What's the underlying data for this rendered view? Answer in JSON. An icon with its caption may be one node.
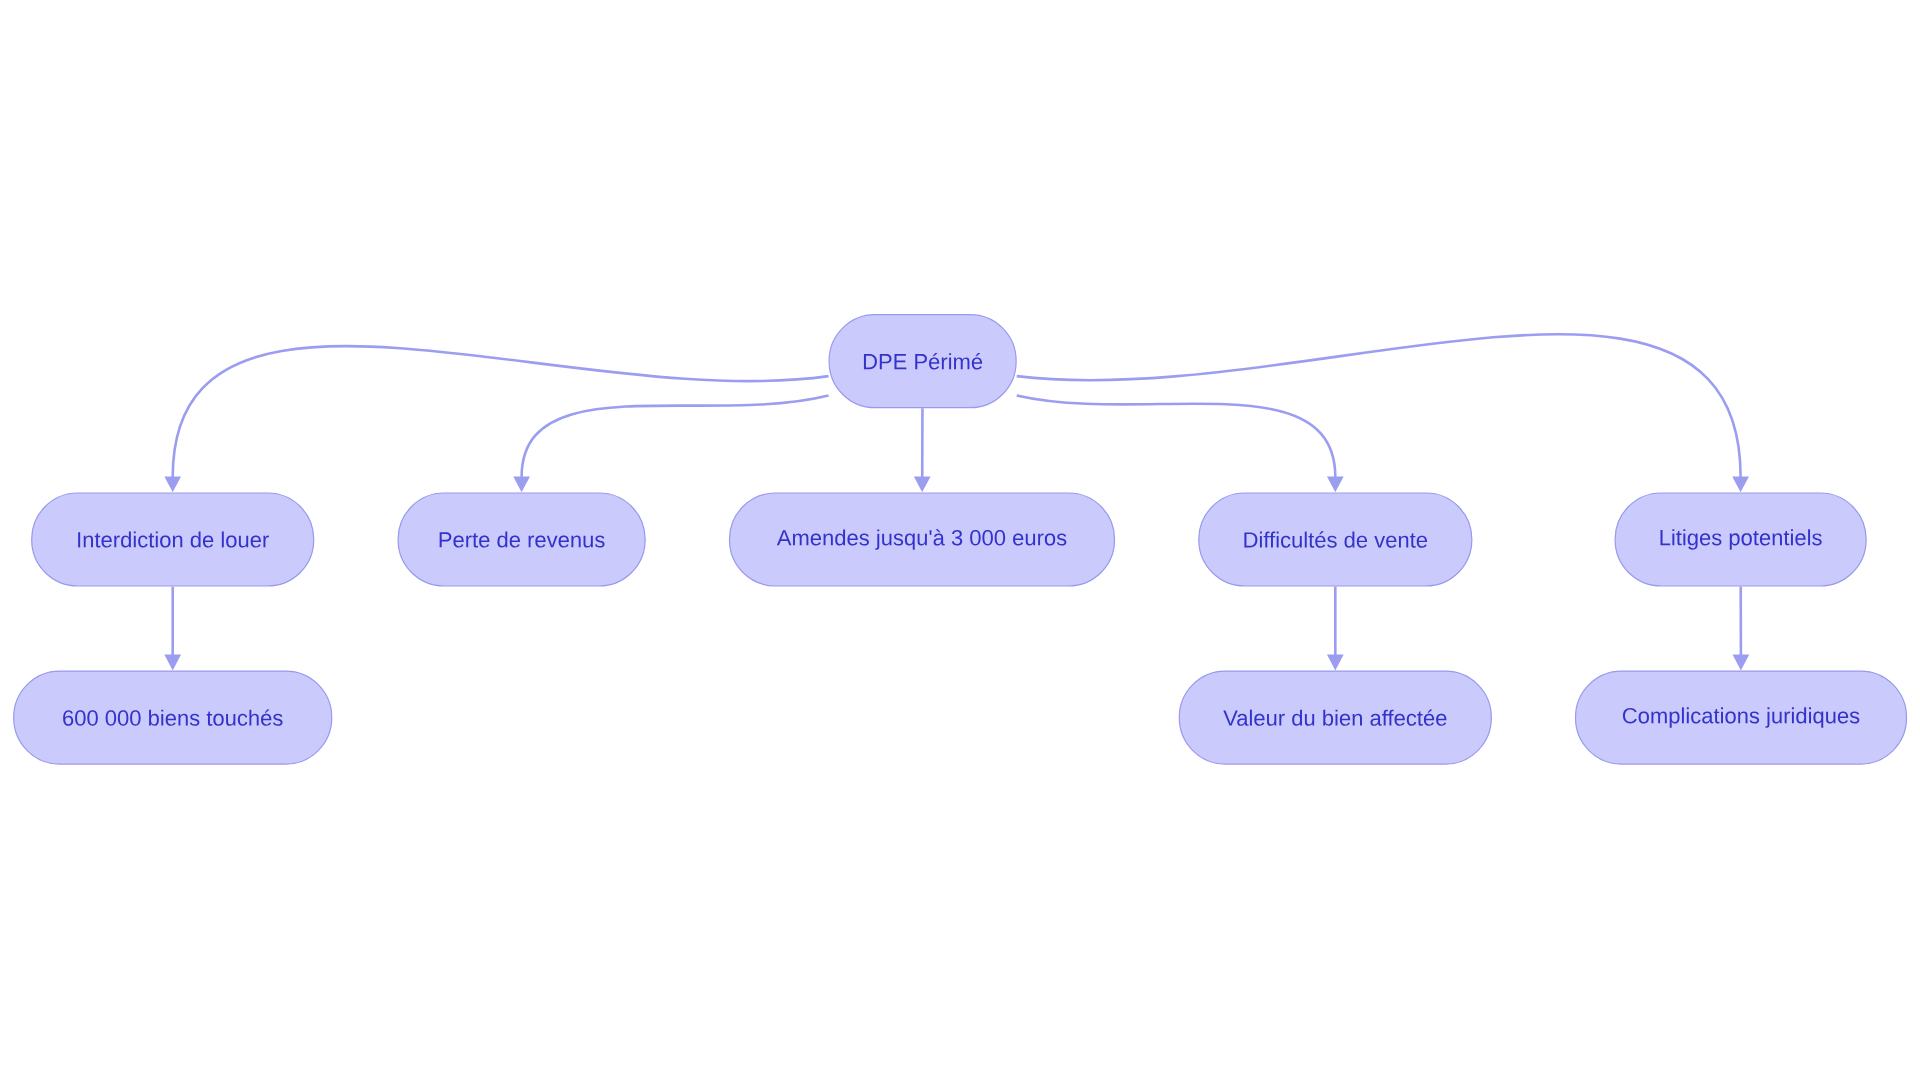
{
  "diagram": {
    "nodes": [
      {
        "text": [
          "DPE Périmé"
        ]
      },
      {
        "text": [
          "Interdiction de louer"
        ]
      },
      {
        "text": [
          "Perte de revenus"
        ]
      },
      {
        "text": [
          "Amendes jusqu'à 3 000 euros"
        ]
      },
      {
        "text": [
          "Difficultés de vente"
        ]
      },
      {
        "text": [
          "Litiges potentiels"
        ]
      },
      {
        "text": [
          "600 000 biens touchés"
        ]
      },
      {
        "text": [
          "Valeur du bien affectée"
        ]
      },
      {
        "text": [
          "Complications juridiques"
        ]
      }
    ],
    "edges": [
      {
        "from": 0,
        "to": 1,
        "arrow": "to"
      },
      {
        "from": 0,
        "to": 2,
        "arrow": "to"
      },
      {
        "from": 0,
        "to": 3,
        "arrow": "to"
      },
      {
        "from": 0,
        "to": 4,
        "arrow": "to"
      },
      {
        "from": 0,
        "to": 5,
        "arrow": "to"
      },
      {
        "from": 1,
        "to": 6,
        "arrow": "to"
      },
      {
        "from": 4,
        "to": 7,
        "arrow": "to"
      },
      {
        "from": 5,
        "to": 8,
        "arrow": "to"
      }
    ]
  }
}
